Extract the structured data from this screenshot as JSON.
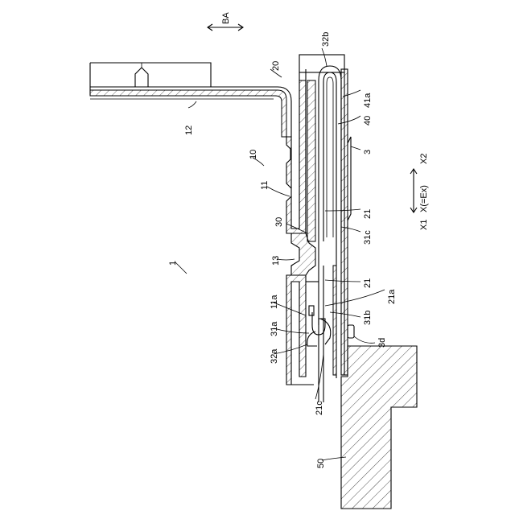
{
  "figure": {
    "labels": {
      "ba": "BA",
      "l32b": "32b",
      "l20": "20",
      "l41a": "41a",
      "l40": "40",
      "l12": "12",
      "l3": "3",
      "l10": "10",
      "l11": "11",
      "l21_top": "21",
      "l30": "30",
      "l31c": "31c",
      "l13": "13",
      "l1": "1",
      "l21_mid": "21",
      "l21a": "21a",
      "l11a": "11a",
      "l31b": "31b",
      "l31a": "31a",
      "l32a": "32a",
      "l3d": "3d",
      "l21c": "21c",
      "l50": "50",
      "axis_label": "X(=Ex)",
      "x1": "X1",
      "x2": "X2"
    }
  }
}
